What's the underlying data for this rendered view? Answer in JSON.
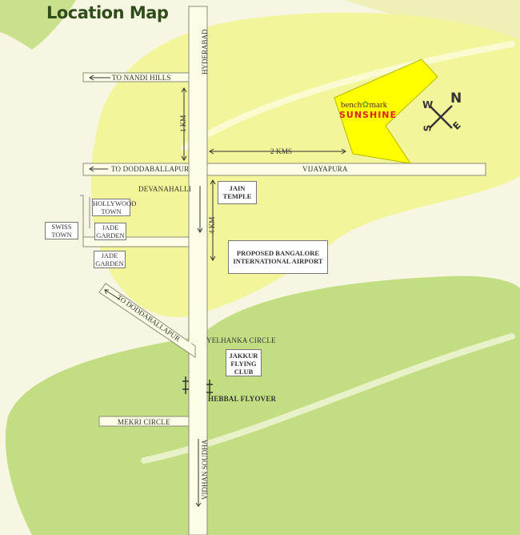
{
  "title": "Location Map",
  "logo": {
    "brand_left": "bench",
    "brand_right": "mark",
    "project": "SUNSHINE"
  },
  "compass": {
    "n": "N",
    "e": "E",
    "s": "S",
    "w": "W"
  },
  "colors": {
    "pale_leaf": "#f3f59a",
    "green_leaf": "#c3de82",
    "road": "#fdfde7",
    "road_edge": "#8a8a7a",
    "site": "#ffff00",
    "title": "#2f4d1a",
    "brand_red": "#e51e26"
  },
  "roads": {
    "hyderabad": "HYDERABAD",
    "nandi_hills": "TO NANDI HILLS",
    "doddaballapur_1": "TO DODDABALLAPUR",
    "vijayapura": "VIJAYAPURA",
    "doddaballapur_2": "TO DODDABALLAPUR",
    "vidhan_soudha": "VIDHAN SOUDHA"
  },
  "places": {
    "devanahalli": "DEVANAHALLI",
    "yelahanka": "YELHANKA CIRCLE",
    "hebbal": "HEBBAL FLYOVER",
    "mekri": "MEKRI CIRCLE"
  },
  "distances": {
    "one_km": "1 KM",
    "two_kms": "2 KMS",
    "four_km": "4 KM"
  },
  "landmarks": {
    "hollywood": "HOLLYWOOD TOWN",
    "swiss": "SWISS TOWN",
    "jade1": "JADE GARDEN",
    "jade2": "JADE GARDEN",
    "jain": "JAIN TEMPLE",
    "airport": "PROPOSED BANGALORE INTERNATIONAL AIRPORT",
    "jakkur": "JAKKUR FLYING CLUB"
  }
}
